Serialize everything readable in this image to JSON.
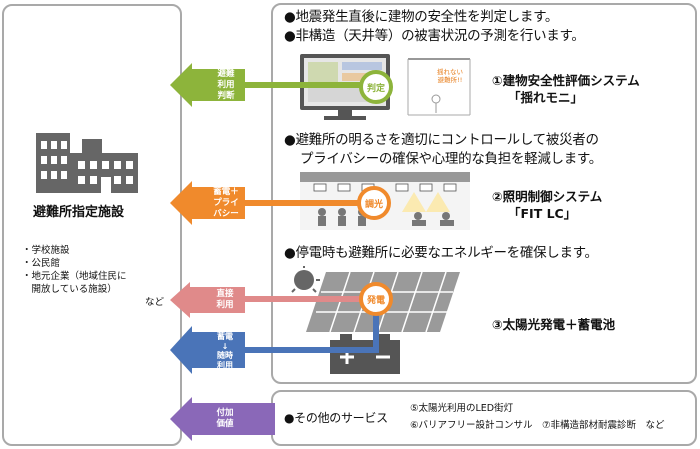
{
  "facility": {
    "title": "避難所指定施設",
    "items": [
      "・学校施設",
      "・公民館",
      "・地元企業（地域住民に",
      "　開放している施設）"
    ],
    "etc": "など"
  },
  "rows": [
    {
      "bullets": [
        "●地震発生直後に建物の安全性を判定します。",
        "●非構造（天井等）の被害状況の予測を行います。"
      ],
      "circle": "判定",
      "system": [
        "①建物安全性評価システム",
        "「揺れモニ」"
      ],
      "arrow": "避難\n利用\n判断",
      "color": "#8db43b",
      "thumb_caption": "揺れない\n避難所!!"
    },
    {
      "bullets": [
        "●避難所の明るさを適切にコントロールして被災者の",
        "プライバシーの確保や心理的な負担を軽減します。"
      ],
      "circle": "調光",
      "system": [
        "②照明制御システム",
        "「FIT LC」"
      ],
      "arrow": "蓄電＋\nプライ\nバシー",
      "color": "#f08a2c"
    },
    {
      "bullets": [
        "●停電時も避難所に必要なエネルギーを確保します。"
      ],
      "circle": "発電",
      "system": [
        "③太陽光発電＋蓄電池"
      ],
      "arrows": [
        {
          "label": "直接\n利用",
          "color": "#e08a8a"
        },
        {
          "label": "蓄電\n↓\n随時\n利用",
          "color": "#4a74b8"
        }
      ],
      "color": "#f08a2c"
    }
  ],
  "other": {
    "bullet": "●その他のサービス",
    "lines": [
      "⑤太陽光利用のLED街灯",
      "⑥バリアフリー設計コンサル　⑦非構造部材耐震診断　など"
    ],
    "arrow": "付加\n価値",
    "color": "#8a68b8"
  },
  "colors": {
    "panel_border": "#a9a9a9",
    "green": "#8db43b",
    "orange": "#f08a2c",
    "pink": "#e08a8a",
    "blue": "#4a74b8",
    "purple": "#8a68b8",
    "building": "#666666"
  }
}
